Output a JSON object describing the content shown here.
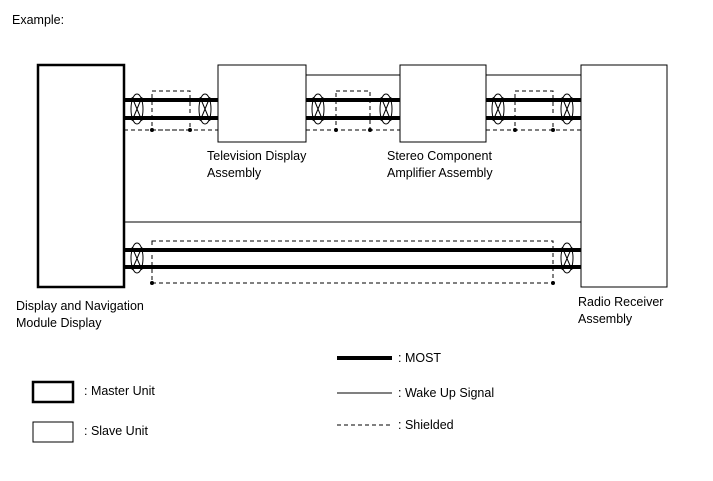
{
  "heading": "Example:",
  "units": {
    "master": {
      "line1": "Display and Navigation",
      "line2": "Module Display"
    },
    "tv": {
      "line1": "Television Display",
      "line2": "Assembly"
    },
    "amp": {
      "line1": "Stereo Component",
      "line2": "Amplifier Assembly"
    },
    "radio": {
      "line1": "Radio Receiver",
      "line2": "Assembly"
    }
  },
  "legend": {
    "master_unit": ": Master Unit",
    "slave_unit": ": Slave Unit",
    "most": ": MOST",
    "wake_up": ": Wake Up Signal",
    "shielded": ": Shielded"
  },
  "colors": {
    "line": "#000000",
    "background": "#ffffff"
  }
}
